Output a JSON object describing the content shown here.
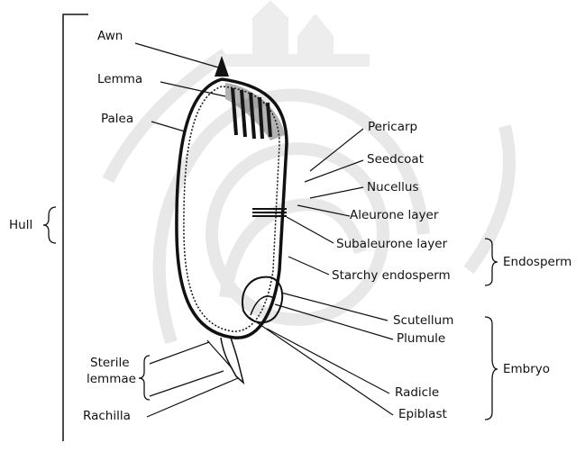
{
  "labels": {
    "awn": "Awn",
    "lemma": "Lemma",
    "palea": "Palea",
    "hull": "Hull",
    "sterile_lemmae_line1": "Sterile",
    "sterile_lemmae_line2": "lemmae",
    "rachilla": "Rachilla",
    "pericarp": "Pericarp",
    "seedcoat": "Seedcoat",
    "nucellus": "Nucellus",
    "aleurone_layer": "Aleurone layer",
    "subaleurone_layer": "Subaleurone layer",
    "starchy_endosperm": "Starchy endosperm",
    "endosperm": "Endosperm",
    "scutellum": "Scutellum",
    "plumule": "Plumule",
    "embryo": "Embryo",
    "radicle": "Radicle",
    "epiblast": "Epiblast"
  },
  "colors": {
    "ink": "#111111",
    "watermark": "#e6e6e6"
  }
}
